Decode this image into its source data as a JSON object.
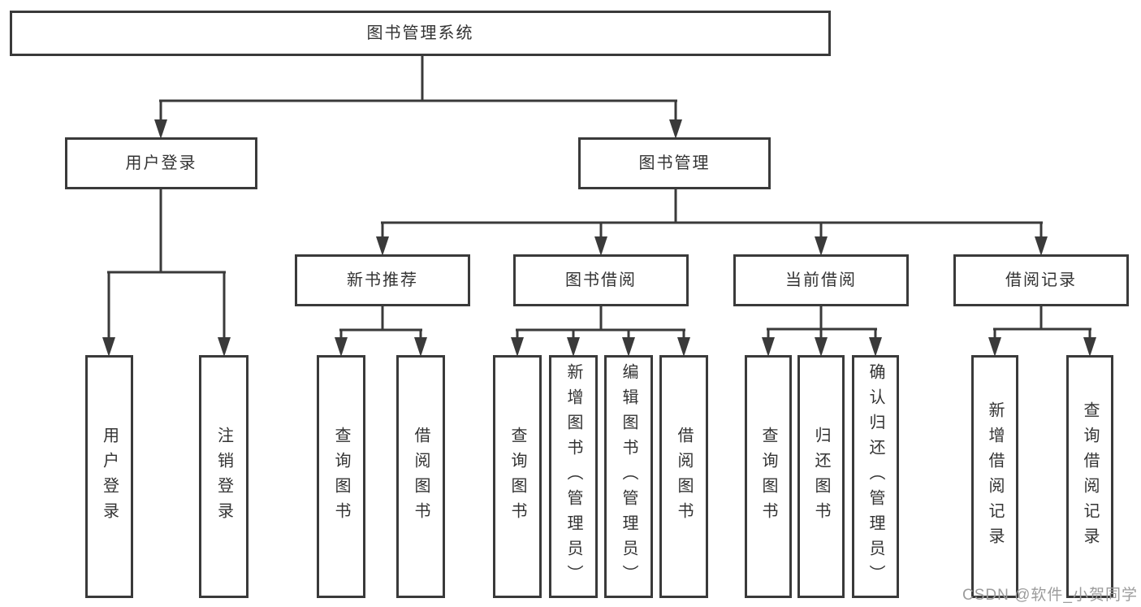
{
  "diagram": {
    "root": {
      "label": "图书管理系统"
    },
    "level2": [
      {
        "label": "用户登录"
      },
      {
        "label": "图书管理"
      }
    ],
    "level3": [
      {
        "label": "新书推荐"
      },
      {
        "label": "图书借阅"
      },
      {
        "label": "当前借阅"
      },
      {
        "label": "借阅记录"
      }
    ],
    "leaves": {
      "login": [
        "用户登录",
        "注销登录"
      ],
      "new_book": [
        "查询图书",
        "借阅图书"
      ],
      "borrow": [
        "查询图书",
        "新增图书（管理员）",
        "编辑图书（管理员）",
        "借阅图书"
      ],
      "current": [
        "查询图书",
        "归还图书",
        "确认归还（管理员）"
      ],
      "records": [
        "新增借阅记录",
        "查询借阅记录"
      ]
    }
  },
  "watermark": {
    "text": "CSDN @软件_小贺同学"
  },
  "colors": {
    "line": "#3a3a3a",
    "border": "#3a3a3a",
    "text": "#333333",
    "watermark": "#9c9c9c",
    "background": "#ffffff"
  }
}
